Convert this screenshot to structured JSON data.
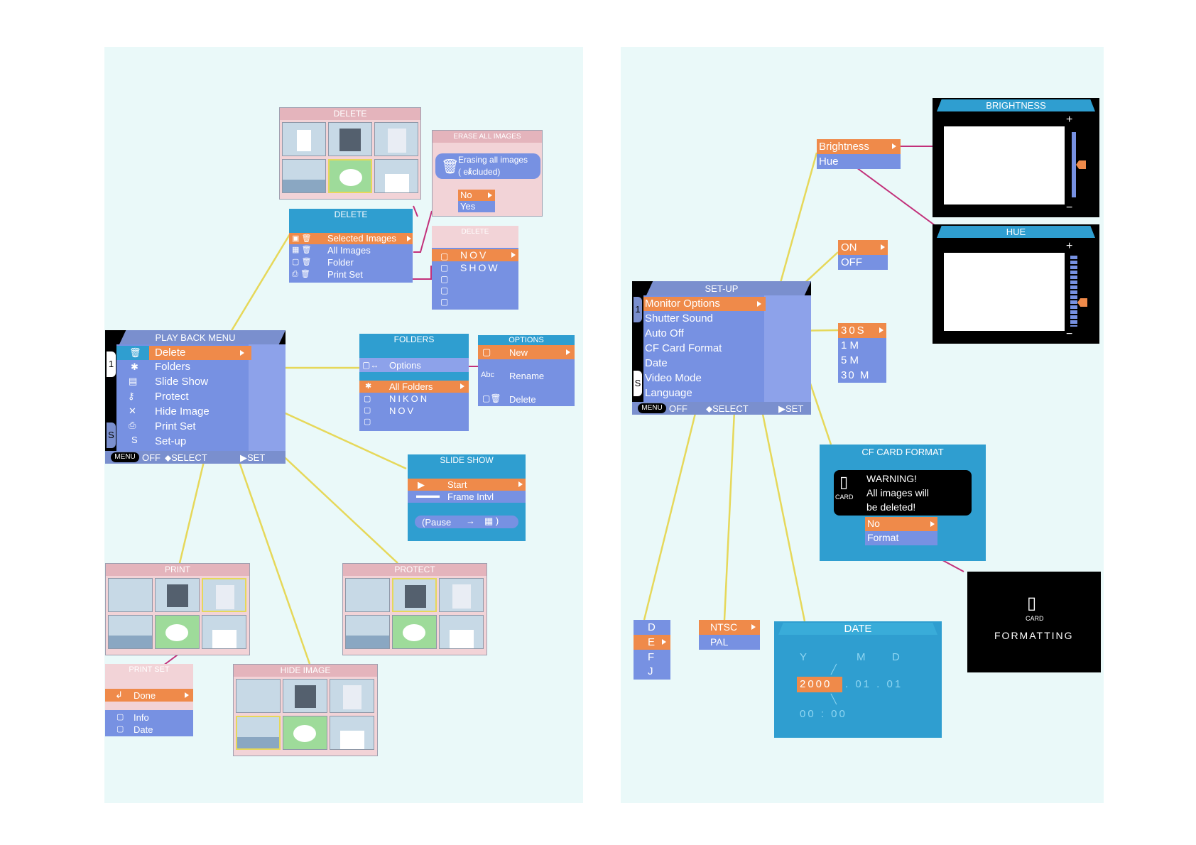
{
  "colors": {
    "panel": "#eaf9f9",
    "menu": "#7791e2",
    "highlight": "#ef8a4a",
    "cyan": "#2f9ed0",
    "pink": "#f2d3d7",
    "line_yellow": "#e6d85a",
    "line_magenta": "#c2307a"
  },
  "playback": {
    "title": "PLAY BACK MENU",
    "tab_1": "1",
    "tab_s": "S",
    "items": [
      "Delete",
      "Folders",
      "Slide Show",
      "Protect",
      "Hide Image",
      "Print Set",
      "Set-up"
    ],
    "icon_s": "S",
    "footer_menu": "MENU",
    "footer_off": "OFF",
    "footer_select": "SELECT",
    "footer_set": "SET"
  },
  "delete_thumbs": {
    "title": "DELETE"
  },
  "delete_menu": {
    "title": "DELETE",
    "items": [
      "Selected Images",
      "All Images",
      "Folder",
      "Print Set"
    ]
  },
  "erase_all": {
    "title": "ERASE ALL IMAGES",
    "msg1": "Erasing all images",
    "msg2": "(       excluded)",
    "options": [
      "No",
      "Yes"
    ]
  },
  "delete_folder": {
    "title": "DELETE",
    "items": [
      "NOV",
      "SHOW"
    ]
  },
  "folders": {
    "title": "FOLDERS",
    "options": "Options",
    "items": [
      "All Folders",
      "NIKON",
      "NOV"
    ]
  },
  "options": {
    "title": "OPTIONS",
    "items": [
      "New",
      "Rename",
      "Delete"
    ]
  },
  "slideshow": {
    "title": "SLIDE SHOW",
    "items": [
      "Start",
      "Frame Intvl"
    ],
    "pause": "(Pause"
  },
  "print_thumbs": {
    "title": "PRINT"
  },
  "protect_thumbs": {
    "title": "PROTECT"
  },
  "hide_thumbs": {
    "title": "HIDE IMAGE"
  },
  "print_set": {
    "title": "PRINT SET",
    "items": [
      "Done",
      "Info",
      "Date"
    ]
  },
  "setup": {
    "title": "SET-UP",
    "tab_1": "1",
    "tab_s": "S",
    "items": [
      "Monitor Options",
      "Shutter Sound",
      "Auto Off",
      "CF Card Format",
      "Date",
      "Video Mode",
      "Language"
    ],
    "footer_menu": "MENU",
    "footer_off": "OFF",
    "footer_select": "SELECT",
    "footer_set": "SET"
  },
  "monitor": {
    "items": [
      "Brightness",
      "Hue"
    ]
  },
  "brightness": {
    "title": "BRIGHTNESS",
    "plus": "+",
    "minus": "−"
  },
  "hue": {
    "title": "HUE",
    "plus": "+",
    "minus": "−"
  },
  "shutter": {
    "items": [
      "ON",
      "OFF"
    ]
  },
  "autooff": {
    "items": [
      "30S",
      "1 M",
      "5 M",
      "30 M"
    ]
  },
  "cfformat": {
    "title": "CF CARD FORMAT",
    "card": "CARD",
    "warn1": "WARNING!",
    "warn2": "All images will",
    "warn3": "be deleted!",
    "items": [
      "No",
      "Format"
    ]
  },
  "formatting": {
    "card": "CARD",
    "text": "FORMATTING"
  },
  "language": {
    "items": [
      "D",
      "E",
      "F",
      "J"
    ]
  },
  "video": {
    "items": [
      "NTSC",
      "PAL"
    ]
  },
  "date": {
    "title": "DATE",
    "y": "Y",
    "m": "M",
    "d": "D",
    "year": "2000",
    "md": ". 01 . 01",
    "time": "00 : 00"
  }
}
